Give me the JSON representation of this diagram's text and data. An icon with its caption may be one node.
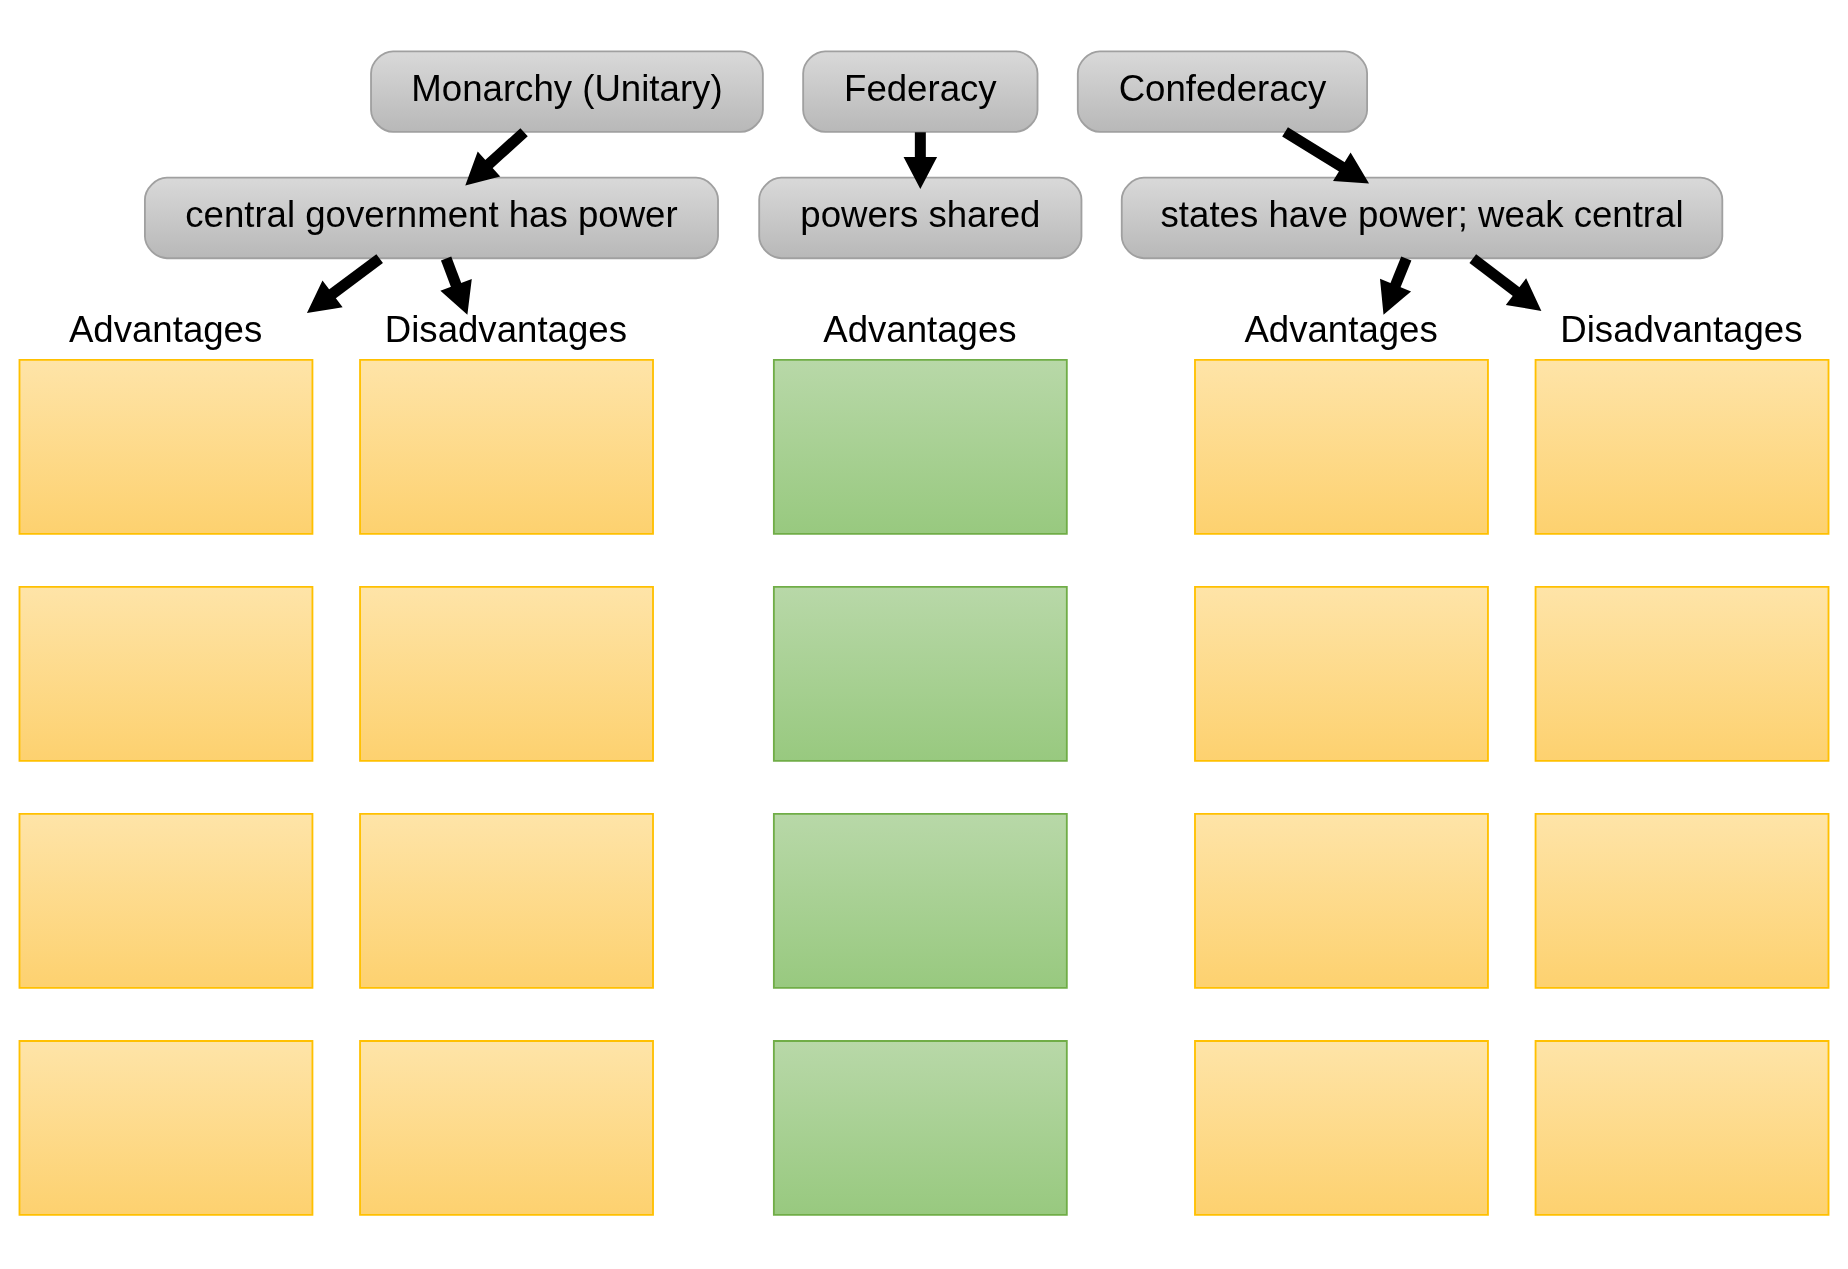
{
  "diagram": {
    "nodes": [
      {
        "text": [
          "Monarchy (Unitary)"
        ]
      },
      {
        "text": [
          "central government has power"
        ]
      },
      {
        "text": [
          "Confederacy"
        ]
      },
      {
        "text": [
          "states have power; weak central"
        ]
      },
      {
        "text": [
          "Federacy"
        ]
      },
      {
        "text": [
          "powers shared"
        ]
      },
      {
        "text": [],
        "shape": "box",
        "beside": [
          "Advantages"
        ]
      },
      {
        "text": [],
        "shape": "box",
        "beside": [
          "Disadvantages"
        ]
      },
      {
        "text": [],
        "shape": "box"
      },
      {
        "text": [],
        "shape": "box"
      },
      {
        "text": [],
        "shape": "box"
      },
      {
        "text": [],
        "shape": "box"
      },
      {
        "text": [],
        "shape": "box"
      },
      {
        "text": [],
        "shape": "box"
      },
      {
        "text": [],
        "shape": "box",
        "beside": [
          "Advantages"
        ]
      },
      {
        "text": [],
        "shape": "box"
      },
      {
        "text": [],
        "shape": "box"
      },
      {
        "text": [],
        "shape": "box"
      },
      {
        "text": [],
        "shape": "box",
        "beside": [
          "Advantages"
        ]
      },
      {
        "text": [],
        "shape": "box",
        "beside": [
          "Disadvantages"
        ]
      },
      {
        "text": [],
        "shape": "box"
      },
      {
        "text": [],
        "shape": "box"
      },
      {
        "text": [],
        "shape": "box"
      },
      {
        "text": [],
        "shape": "box"
      },
      {
        "text": [],
        "shape": "box"
      },
      {
        "text": [],
        "shape": "box"
      }
    ],
    "edges": [
      {
        "from": 0,
        "to": 1,
        "arrow": "to"
      },
      {
        "from": 1,
        "to": 6,
        "arrow": "to"
      },
      {
        "from": 1,
        "to": 7,
        "arrow": "to"
      },
      {
        "from": 2,
        "to": 3,
        "arrow": "to"
      },
      {
        "from": 3,
        "to": 18,
        "arrow": "to"
      },
      {
        "from": 3,
        "to": 19,
        "arrow": "to"
      },
      {
        "from": 4,
        "to": 5,
        "arrow": "to"
      }
    ]
  }
}
